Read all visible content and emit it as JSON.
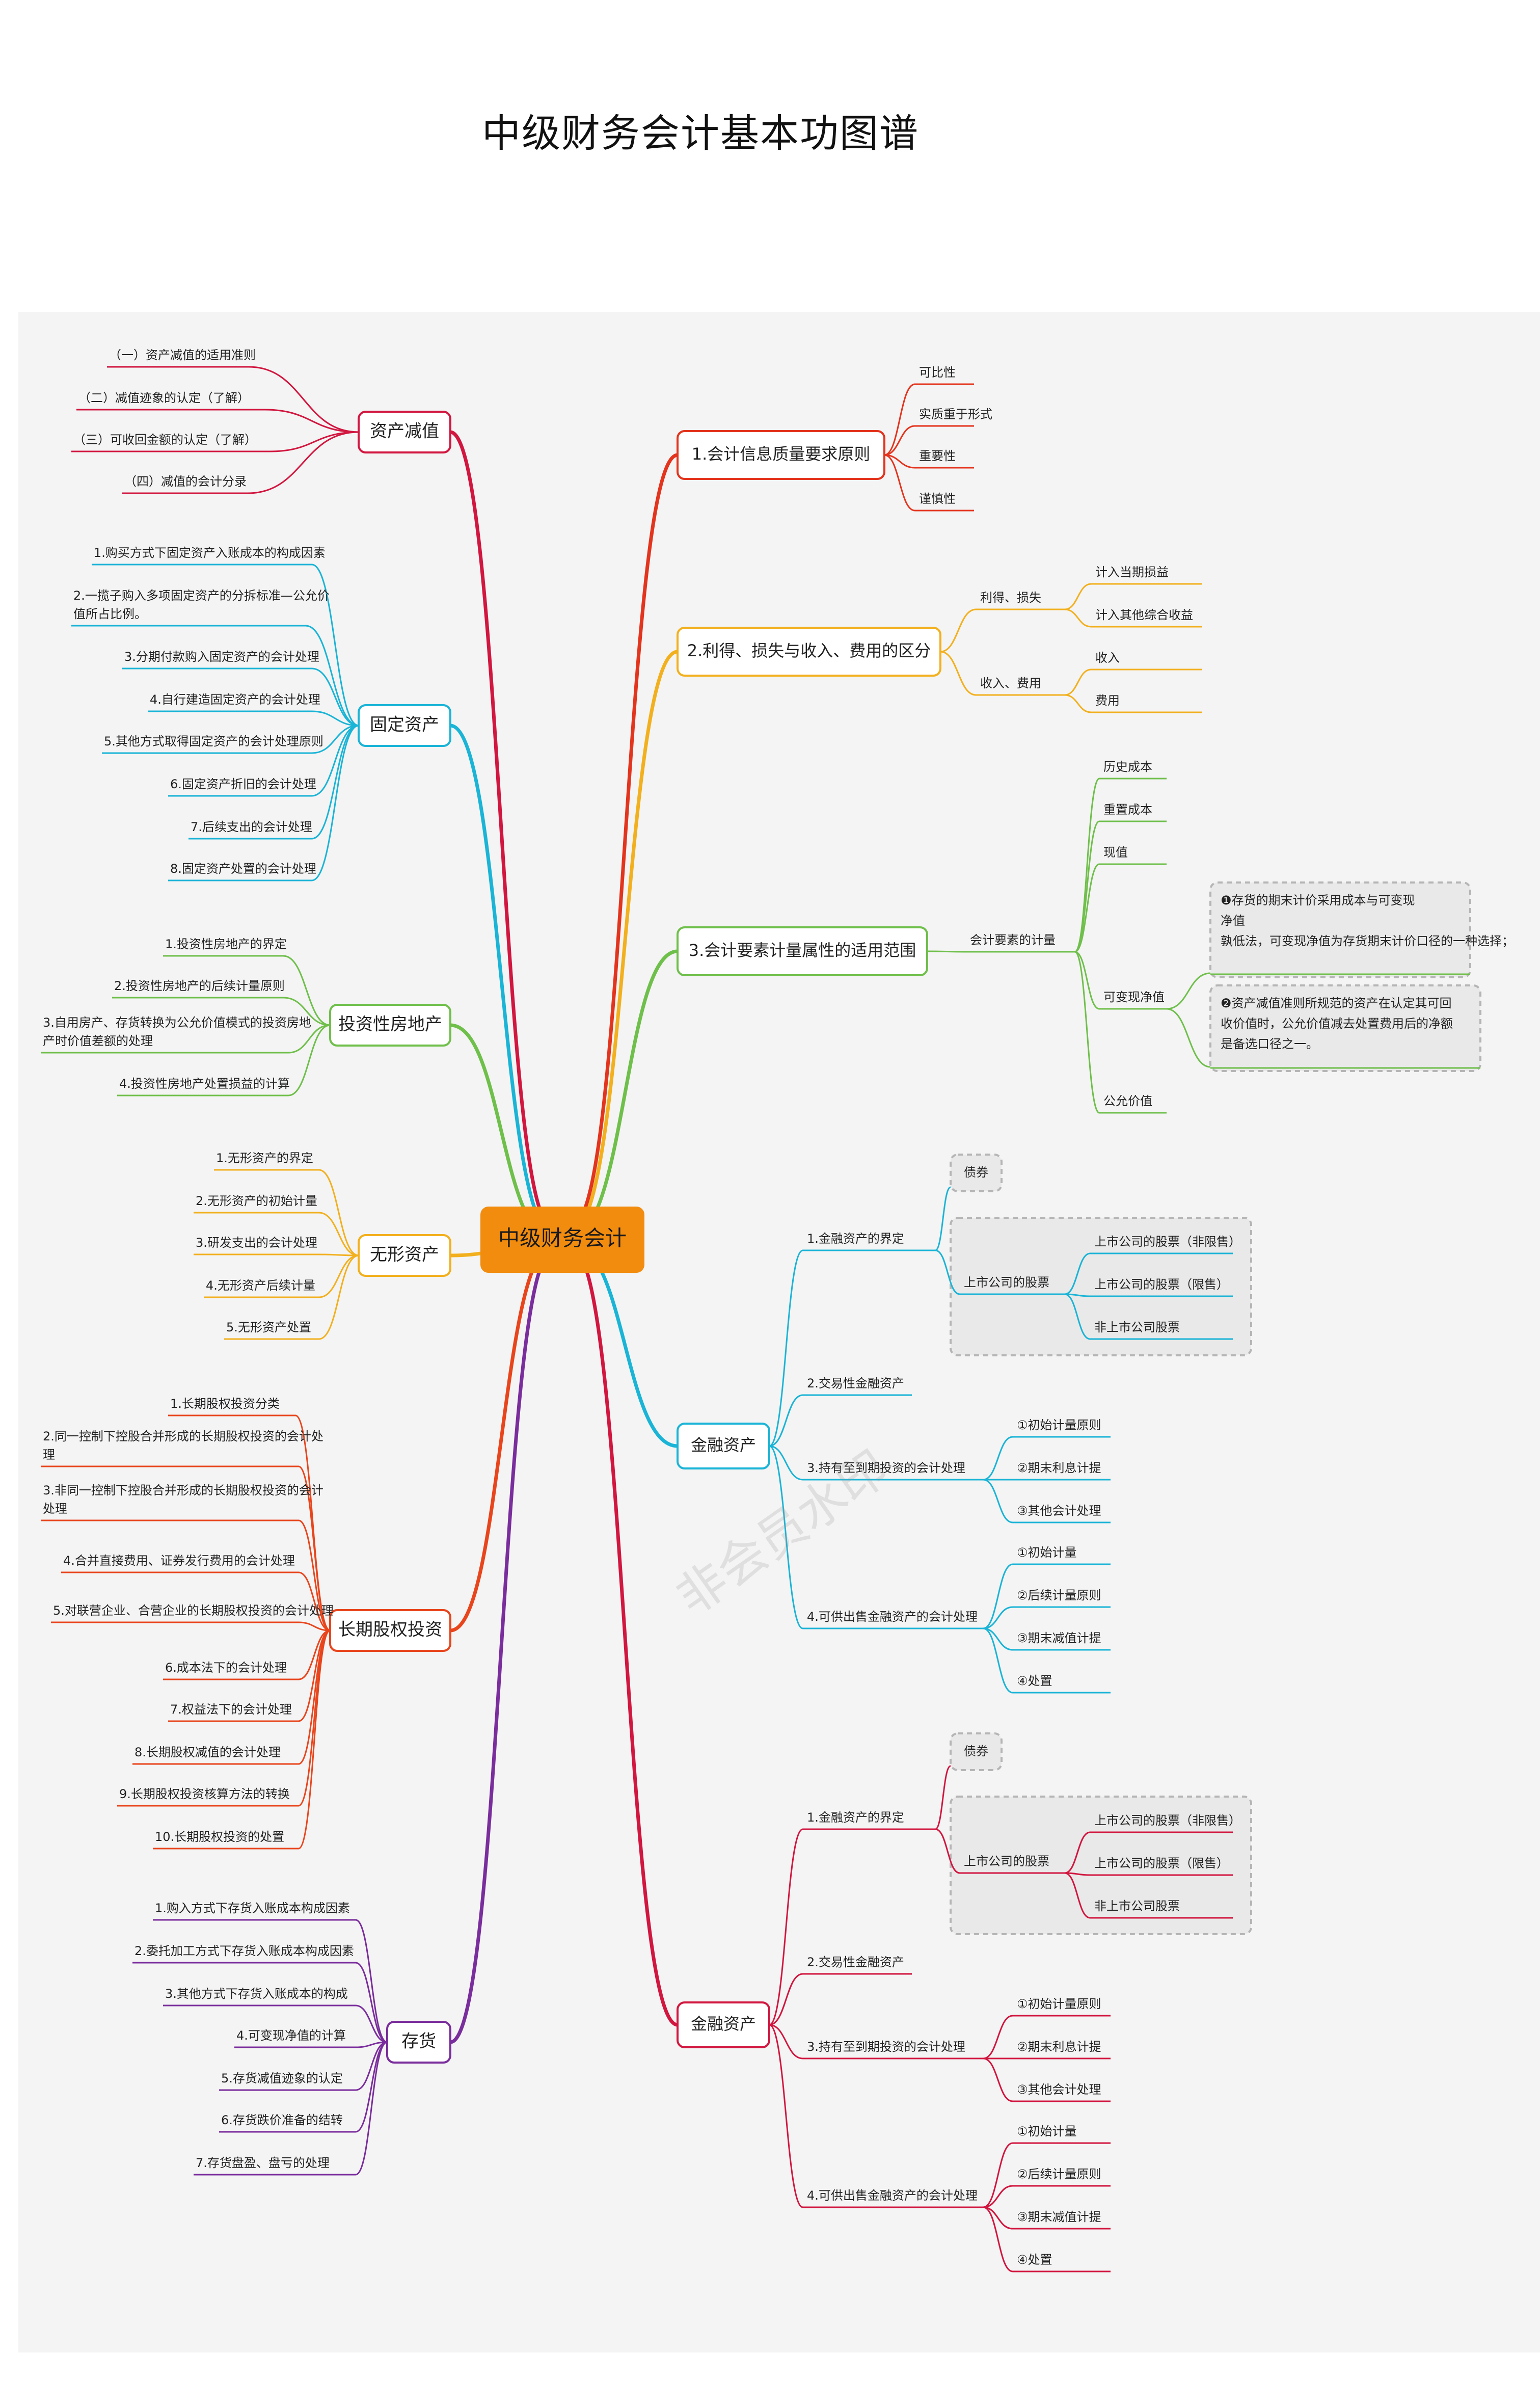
{
  "title": "中级财务会计基本功图谱",
  "watermark": "非会员水印",
  "root": {
    "label": "中级财务会计"
  },
  "left_branches": [
    {
      "label": "资产减值",
      "color": "#d1163f",
      "items": [
        "（一）资产减值的适用准则",
        "（二）减值迹象的认定（了解）",
        "（三）可收回金额的认定（了解）",
        "（四）减值的会计分录"
      ]
    },
    {
      "label": "固定资产",
      "color": "#1ab4d6",
      "items": [
        "1.购买方式下固定资产入账成本的构成因素",
        "2.一揽子购入多项固定资产的分拆标准—公允价值所占比例。",
        "3.分期付款购入固定资产的会计处理",
        "4.自行建造固定资产的会计处理",
        "5.其他方式取得固定资产的会计处理原则",
        "6.固定资产折旧的会计处理",
        "7.后续支出的会计处理",
        "8.固定资产处置的会计处理"
      ]
    },
    {
      "label": "投资性房地产",
      "color": "#6fbf4b",
      "items": [
        "1.投资性房地产的界定",
        "2.投资性房地产的后续计量原则",
        "3.自用房产、存货转换为公允价值模式的投资房地产时价值差额的处理",
        "4.投资性房地产处置损益的计算"
      ]
    },
    {
      "label": "无形资产",
      "color": "#f2b01e",
      "items": [
        "1.无形资产的界定",
        "2.无形资产的初始计量",
        "3.研发支出的会计处理",
        "4.无形资产后续计量",
        "5.无形资产处置"
      ]
    },
    {
      "label": "长期股权投资",
      "color": "#e8451c",
      "items": [
        "1.长期股权投资分类",
        "2.同一控制下控股合并形成的长期股权投资的会计处理",
        "3.非同一控制下控股合并形成的长期股权投资的会计处理",
        "4.合并直接费用、证券发行费用的会计处理",
        "5.对联营企业、合营企业的长期股权投资的会计处理",
        "6.成本法下的会计处理",
        "7.权益法下的会计处理",
        "8.长期股权减值的会计处理",
        "9.长期股权投资核算方法的转换",
        "10.长期股权投资的处置"
      ]
    },
    {
      "label": "存货",
      "color": "#7a2d9c",
      "items": [
        "1.购入方式下存货入账成本构成因素",
        "2.委托加工方式下存货入账成本构成因素",
        "3.其他方式下存货入账成本的构成",
        "4.可变现净值的计算",
        "5.存货减值迹象的认定",
        "6.存货跌价准备的结转",
        "7.存货盘盈、盘亏的处理"
      ]
    }
  ],
  "right_branches": {
    "b1": {
      "label": "1.会计信息质量要求原则",
      "color": "#e3341d",
      "items": [
        "可比性",
        "实质重于形式",
        "重要性",
        "谨慎性"
      ]
    },
    "b2": {
      "label": "2.利得、损失与收入、费用的区分",
      "color": "#f2b01e",
      "groups": [
        {
          "label": "利得、损失",
          "items": [
            "计入当期损益",
            "计入其他综合收益"
          ]
        },
        {
          "label": "收入、费用",
          "items": [
            "收入",
            "费用"
          ]
        }
      ]
    },
    "b3": {
      "label": "3.会计要素计量属性的适用范围",
      "color": "#6fbf4b",
      "sub_label": "会计要素的计量",
      "items": [
        "历史成本",
        "重置成本",
        "现值",
        "可变现净值",
        "公允价值"
      ],
      "notes": [
        "❶存货的期末计价采用成本与可变现净值孰低法，可变现净值为存货期末计价口径的一种选择；",
        "❷资产减值准则所规范的资产在认定其可回收价值时，公允价值减去处置费用后的净额是备选口径之一。"
      ]
    },
    "b4": {
      "label": "金融资产",
      "color": "#1ab4d6"
    },
    "b5": {
      "label": "金融资产",
      "color": "#d1163f"
    }
  },
  "fin_assets": {
    "s1": "1.金融资产的界定",
    "bond": "债券",
    "listed": "上市公司的股票",
    "stocks": [
      "上市公司的股票（非限售）",
      "上市公司的股票（限售）",
      "非上市公司股票"
    ],
    "s2": "2.交易性金融资产",
    "s3": "3.持有至到期投资的会计处理",
    "s3_items": [
      "①初始计量原则",
      "②期末利息计提",
      "③其他会计处理"
    ],
    "s4": "4.可供出售金融资产的会计处理",
    "s4_items": [
      "①初始计量",
      "②后续计量原则",
      "③期末减值计提",
      "④处置"
    ]
  }
}
